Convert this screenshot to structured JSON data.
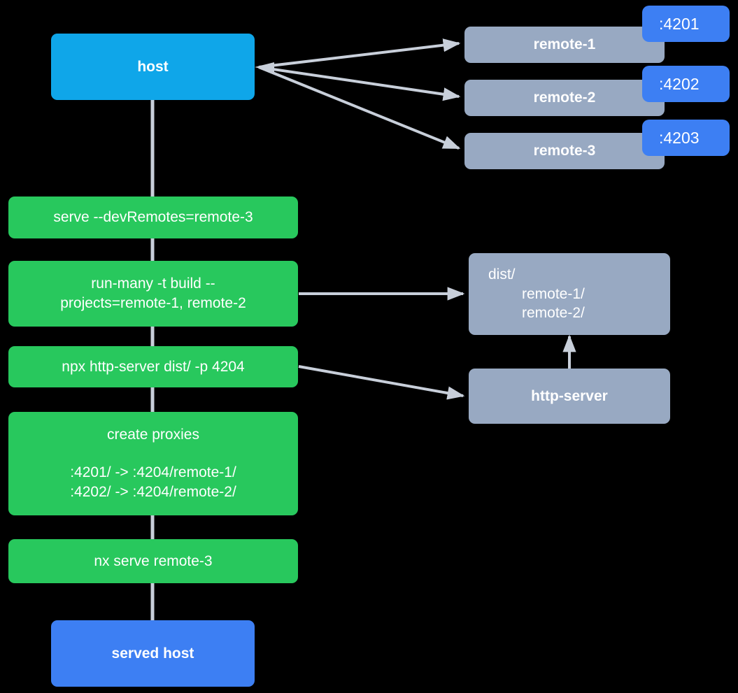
{
  "diagram": {
    "title": "nx host and remotes serving flow",
    "background": "#000000",
    "edge_color": "#C8CFDA",
    "colors": {
      "host": "#0FA6E9",
      "served_host": "#3D7FF3",
      "command": "#28C85D",
      "slate": "#98A9C2",
      "port_badge": "#3D7FF3"
    }
  },
  "nodes": {
    "host": {
      "label": "host"
    },
    "remote_1": {
      "label": "remote-1",
      "port": ":4201"
    },
    "remote_2": {
      "label": "remote-2",
      "port": ":4202"
    },
    "remote_3": {
      "label": "remote-3",
      "port": ":4203"
    },
    "cmd_serve": {
      "label": "serve --devRemotes=remote-3"
    },
    "cmd_run_many": {
      "line1": "run-many -t build --",
      "line2": "projects=remote-1, remote-2"
    },
    "cmd_http_server": {
      "label": "npx http-server dist/ -p 4204"
    },
    "cmd_create_proxies": {
      "title": "create proxies",
      "line1": ":4201/ -> :4204/remote-1/",
      "line2": ":4202/ -> :4204/remote-2/"
    },
    "cmd_nx_serve": {
      "label": "nx serve remote-3"
    },
    "served_host": {
      "label": "served host"
    },
    "dist": {
      "line1": "dist/",
      "line2": "remote-1/",
      "line3": "remote-2/"
    },
    "http_server": {
      "label": "http-server"
    }
  },
  "edges": [
    {
      "from": "host",
      "to": "remote-1",
      "kind": "arrow"
    },
    {
      "from": "host",
      "to": "remote-2",
      "kind": "arrow"
    },
    {
      "from": "host",
      "to": "remote-3",
      "kind": "arrow"
    },
    {
      "from": "host",
      "to": "cmd-serve",
      "kind": "line"
    },
    {
      "from": "cmd-serve",
      "to": "cmd-run-many",
      "kind": "line"
    },
    {
      "from": "cmd-run-many",
      "to": "dist",
      "kind": "arrow"
    },
    {
      "from": "cmd-run-many",
      "to": "cmd-http-server",
      "kind": "line"
    },
    {
      "from": "cmd-http-server",
      "to": "http-server",
      "kind": "arrow"
    },
    {
      "from": "cmd-http-server",
      "to": "cmd-create-proxies",
      "kind": "line"
    },
    {
      "from": "http-server",
      "to": "dist",
      "kind": "arrow"
    },
    {
      "from": "cmd-create-proxies",
      "to": "cmd-nx-serve",
      "kind": "line"
    },
    {
      "from": "cmd-nx-serve",
      "to": "served-host",
      "kind": "line"
    }
  ]
}
